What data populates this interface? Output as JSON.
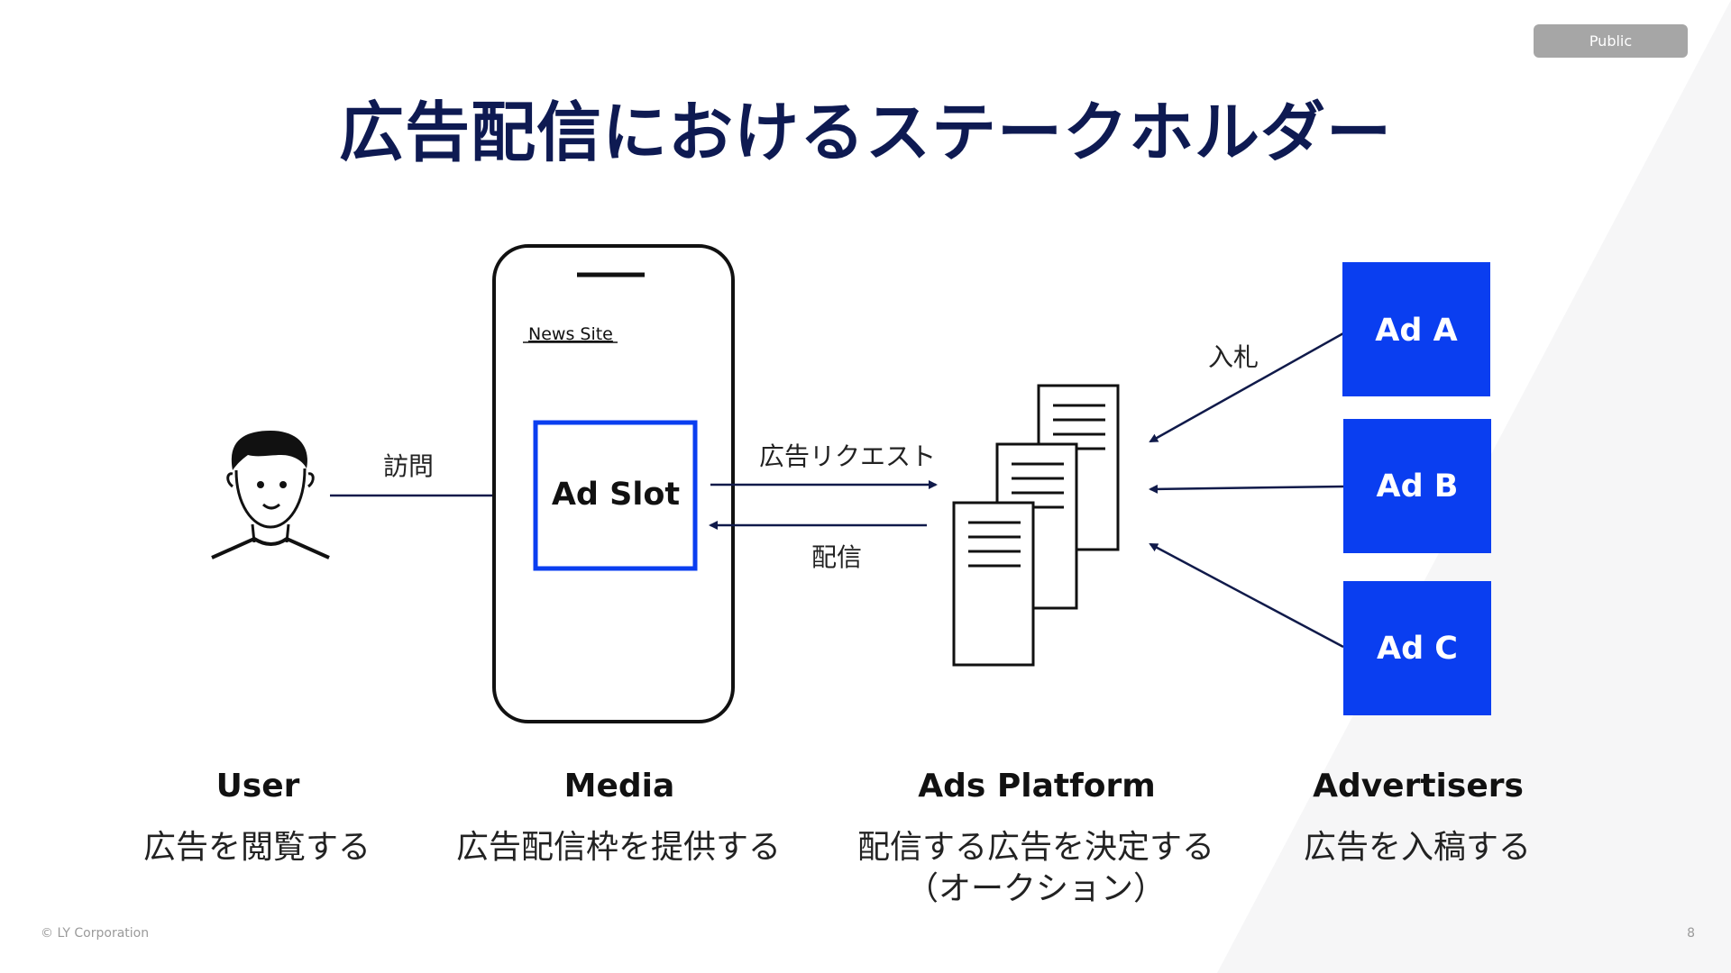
{
  "header": {
    "badge": "Public",
    "title": "広告配信におけるステークホルダー"
  },
  "diagram": {
    "user_arrow_label": "訪問",
    "phone_site_label": "News Site",
    "ad_slot_label": "Ad Slot",
    "request_label": "広告リクエスト",
    "delivery_label": "配信",
    "bid_label": "入札",
    "ads": [
      "Ad A",
      "Ad B",
      "Ad C"
    ]
  },
  "stakeholders": [
    {
      "name": "User",
      "desc": "広告を閲覧する"
    },
    {
      "name": "Media",
      "desc": "広告配信枠を提供する"
    },
    {
      "name": "Ads Platform",
      "desc": "配信する広告を決定する\n（オークション）"
    },
    {
      "name": "Advertisers",
      "desc": "広告を入稿する"
    }
  ],
  "footer": {
    "copyright": "© LY Corporation",
    "page_number": "8"
  },
  "colors": {
    "title": "#0e1a52",
    "ad_blue": "#0a3ef0",
    "arrow": "#101a4a",
    "badge": "#a6a6a6",
    "bg_shape": "#f6f6f7"
  },
  "icons": [
    "person-icon",
    "smartphone-icon",
    "documents-icon"
  ]
}
